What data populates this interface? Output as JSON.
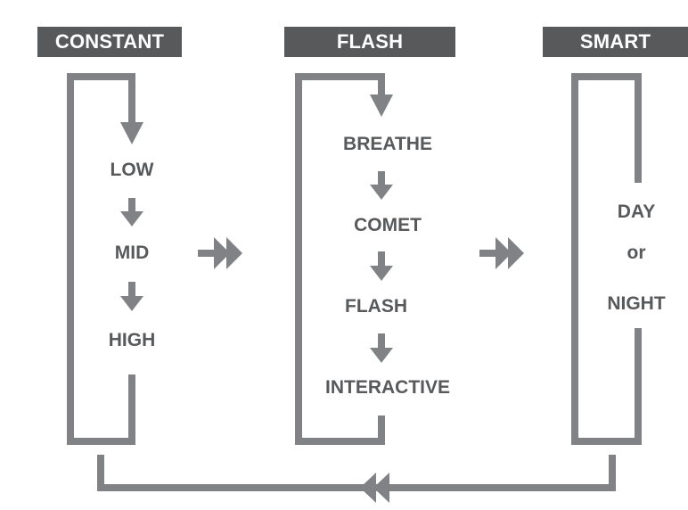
{
  "headers": {
    "constant": "CONSTANT",
    "flash": "FLASH",
    "smart": "SMART"
  },
  "constant_modes": {
    "low": "LOW",
    "mid": "MID",
    "high": "HIGH"
  },
  "flash_modes": {
    "breathe": "BREATHE",
    "comet": "COMET",
    "flash": "FLASH",
    "interactive": "INTERACTIVE"
  },
  "smart_modes": {
    "day": "DAY",
    "or": "or",
    "night": "NIGHT"
  },
  "colors": {
    "header_bg": "#58595b",
    "header_text": "#ffffff",
    "label_text": "#58595b",
    "line": "#808285"
  }
}
